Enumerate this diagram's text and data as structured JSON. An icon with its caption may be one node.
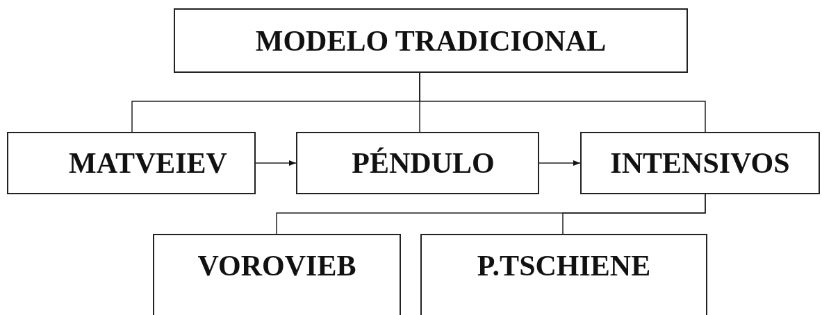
{
  "diagram": {
    "nodes": [
      {
        "text": [
          "MODELO TRADICIONAL"
        ]
      },
      {
        "text": [
          "MATVEIEV"
        ]
      },
      {
        "text": [
          "PÉNDULO"
        ]
      },
      {
        "text": [
          "INTENSIVOS"
        ]
      },
      {
        "text": [
          "VOROVIEB"
        ]
      },
      {
        "text": [
          "P.TSCHIENE"
        ]
      }
    ],
    "edges": [
      {
        "from": 0,
        "to": 1,
        "arrow": "none"
      },
      {
        "from": 0,
        "to": 2,
        "arrow": "none"
      },
      {
        "from": 0,
        "to": 3,
        "arrow": "none"
      },
      {
        "from": 1,
        "to": 2,
        "arrow": "to"
      },
      {
        "from": 2,
        "to": 3,
        "arrow": "to"
      },
      {
        "from": 3,
        "to": 4,
        "arrow": "none"
      },
      {
        "from": 3,
        "to": 5,
        "arrow": "none"
      }
    ]
  }
}
